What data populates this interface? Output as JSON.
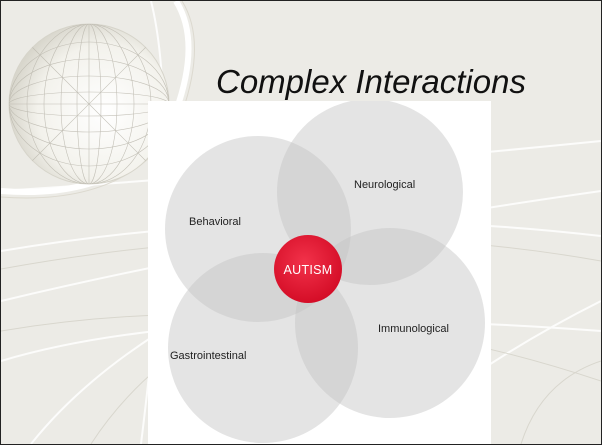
{
  "slide": {
    "title": "Complex Interactions"
  },
  "diagram": {
    "center": {
      "label": "AUTISM",
      "color": "#e8102e"
    },
    "domains": [
      {
        "id": "neurological",
        "label": "Neurological"
      },
      {
        "id": "behavioral",
        "label": "Behavioral"
      },
      {
        "id": "immunological",
        "label": "Immunological"
      },
      {
        "id": "gastrointestinal",
        "label": "Gastrointestinal"
      }
    ],
    "circle_color": "#c8c8c8"
  }
}
